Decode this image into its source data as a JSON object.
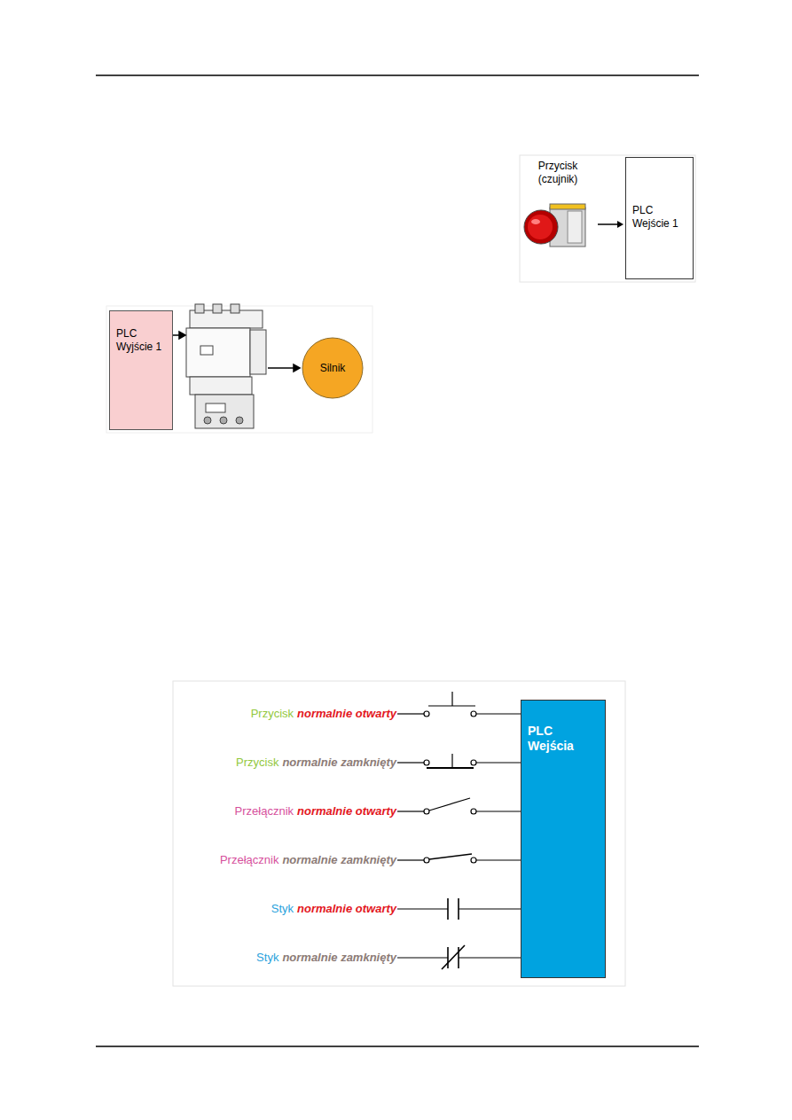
{
  "diagram": {
    "nodes": [
      {
        "text": [
          "Przycisk (czujnik)"
        ]
      },
      {
        "text": [
          "PLC Wejście 1"
        ]
      },
      {
        "text": [
          "PLC Wyjście 1"
        ]
      },
      {
        "text": [
          "Silnik"
        ]
      },
      {
        "text": [
          "PLC Wejścia"
        ]
      }
    ],
    "edges": [
      {
        "from": 0,
        "to": 1,
        "arrow": "to"
      }
    ],
    "labels": [
      "Przycisk",
      "normalnie otwarty",
      "Przycisk",
      "normalnie zamknięty",
      "Przełącznik",
      "normalnie otwarty",
      "Przełącznik",
      "normalnie zamknięty",
      "Styk",
      "normalnie otwarty",
      "Styk",
      "normalnie zamknięty"
    ]
  }
}
